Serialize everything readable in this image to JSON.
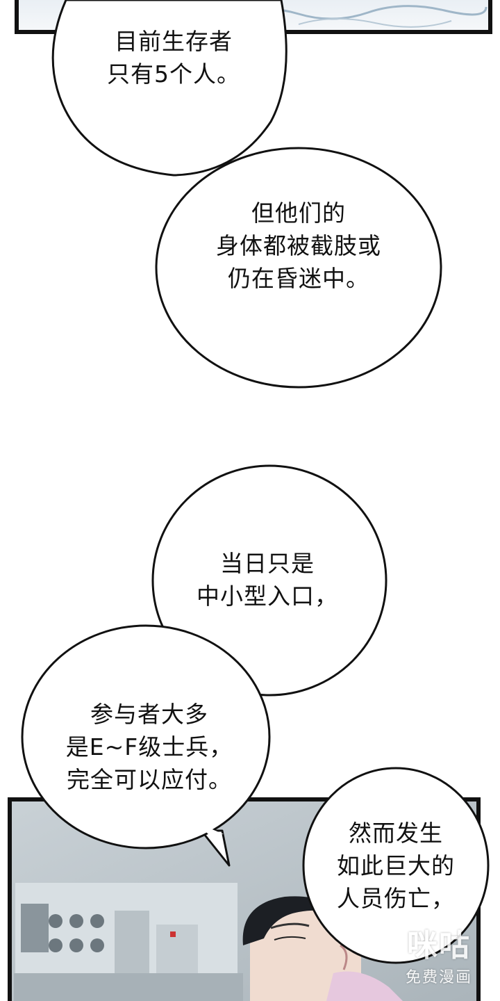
{
  "bubbles": [
    {
      "id": "b1",
      "text": "目前生存者\n只有5个人。"
    },
    {
      "id": "b2",
      "text": "但他们的\n身体都被截肢或\n仍在昏迷中。"
    },
    {
      "id": "b3",
      "text": "当日只是\n中小型入口，"
    },
    {
      "id": "b4",
      "text": "参与者大多\n是E~F级士兵，\n完全可以应付。"
    },
    {
      "id": "b5",
      "text": "然而发生\n如此巨大的\n人员伤亡，"
    }
  ],
  "watermark": {
    "logo": "咪咕",
    "text": "免费漫画"
  },
  "colors": {
    "ink": "#111111",
    "panel_border": "#111111",
    "paper": "#ffffff"
  }
}
